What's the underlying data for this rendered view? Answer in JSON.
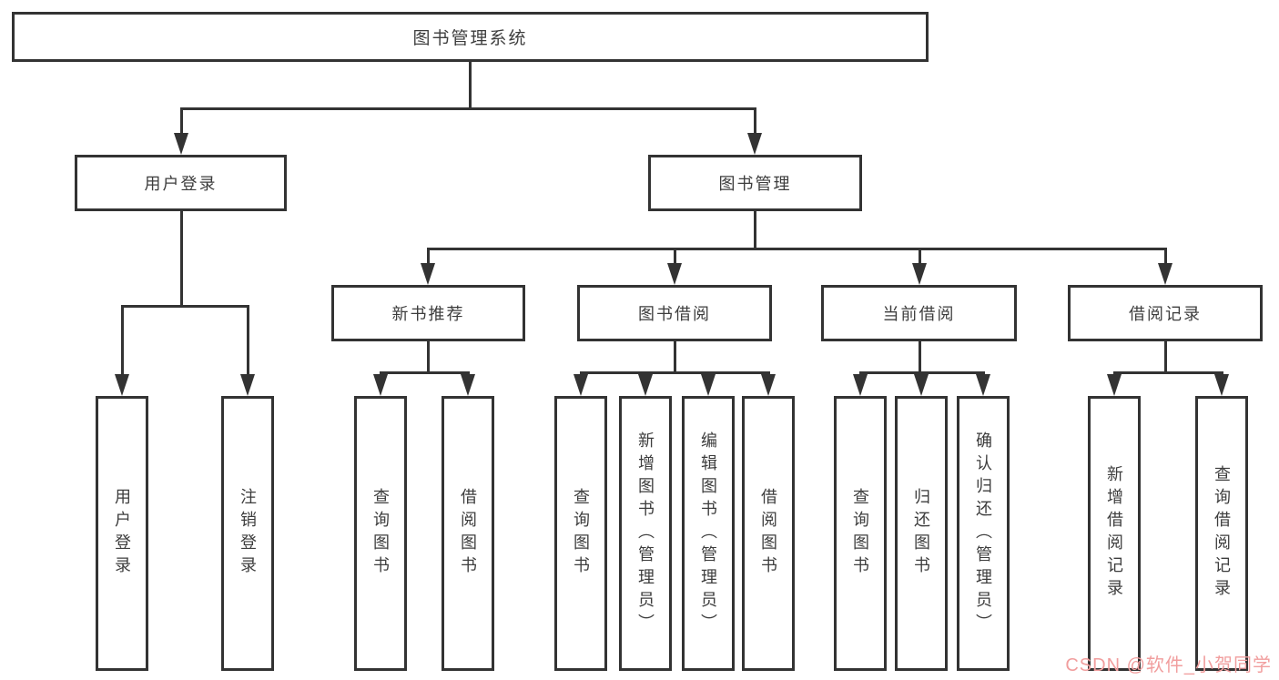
{
  "tree": {
    "root": {
      "label": "图书管理系统"
    },
    "level2": [
      {
        "label": "用户登录"
      },
      {
        "label": "图书管理"
      }
    ],
    "level3": [
      {
        "label": "新书推荐"
      },
      {
        "label": "图书借阅"
      },
      {
        "label": "当前借阅"
      },
      {
        "label": "借阅记录"
      }
    ],
    "leaves": {
      "user_login": [
        "用户登录",
        "注销登录"
      ],
      "new_book": [
        "查询图书",
        "借阅图书"
      ],
      "book_borrow": [
        "查询图书",
        "新增图书（管理员）",
        "编辑图书（管理员）",
        "借阅图书"
      ],
      "current_borrow": [
        "查询图书",
        "归还图书",
        "确认归还（管理员）"
      ],
      "borrow_records": [
        "新增借阅记录",
        "查询借阅记录"
      ]
    }
  },
  "watermark": {
    "text": "CSDN @软件_小贺同学"
  },
  "colors": {
    "line": "#333333",
    "text": "#3d3d3d",
    "bg": "#ffffff",
    "watermark": "#f19e9e"
  }
}
